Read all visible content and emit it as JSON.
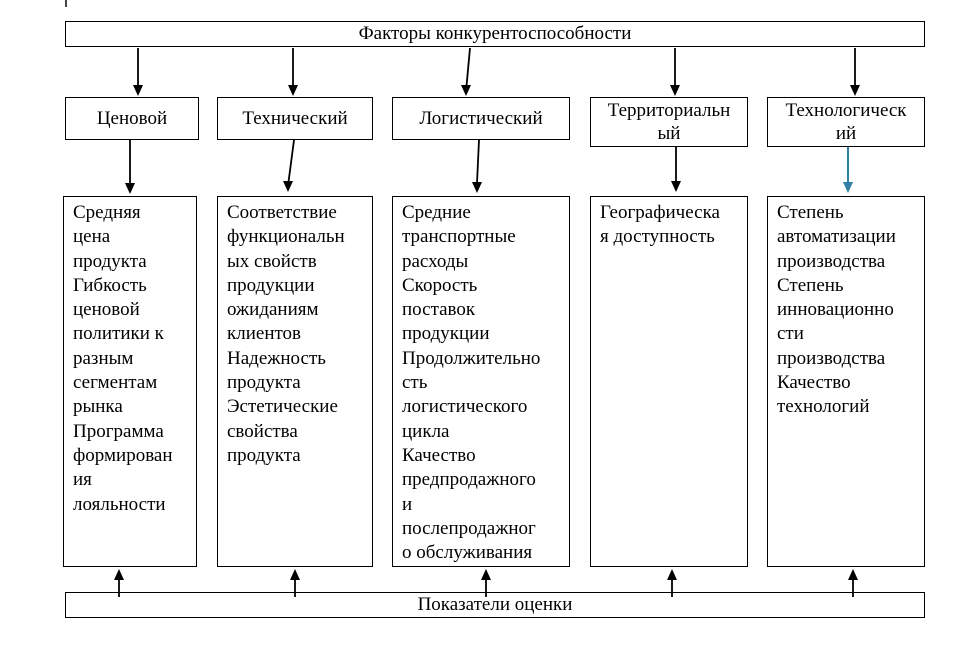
{
  "diagram": {
    "title": "Факторы конкурентоспособности",
    "footer": "Показатели оценки",
    "colors": {
      "arrow_black": "#000000",
      "arrow_accent": "#2e7fa3"
    },
    "columns": [
      {
        "factor": "Ценовой",
        "indicators": "Средняя\nцена\nпродукта\nГибкость\nценовой\nполитики к\nразным\nсегментам\nрынка\nПрограмма\nформирован\nия\nлояльности"
      },
      {
        "factor": "Технический",
        "indicators": "Соответствие\nфункциональн\nых свойств\nпродукции\nожиданиям\nклиентов\nНадежность\nпродукта\nЭстетические\nсвойства\nпродукта"
      },
      {
        "factor": "Логистический",
        "indicators": "Средние\nтранспортные\nрасходы\nСкорость\nпоставок\nпродукции\nПродолжительно\nсть\nлогистического\nцикла\nКачество\nпредпродажного\nи\nпослепродажног\nо обслуживания"
      },
      {
        "factor": "Территориальн\nый",
        "indicators": "Географическа\nя доступность"
      },
      {
        "factor": "Технологическ\nий",
        "indicators": "Степень\nавтоматизации\nпроизводства\nСтепень\nинновационно\nсти\nпроизводства\nКачество\nтехнологий"
      }
    ]
  }
}
